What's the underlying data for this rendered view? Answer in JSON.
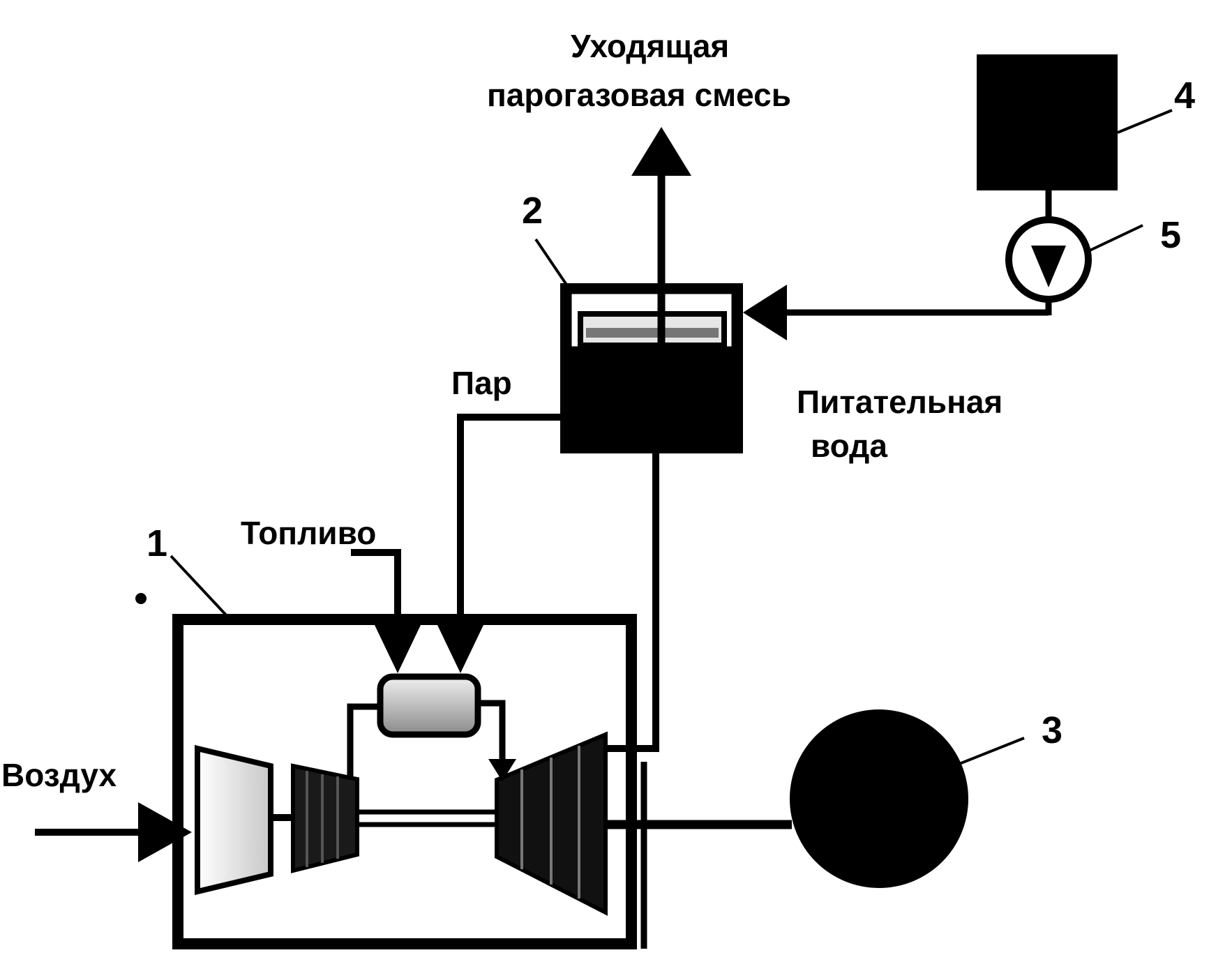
{
  "labels": {
    "exhaust_line1": "Уходящая",
    "exhaust_line2": "парогазовая смесь",
    "steam": "Пар",
    "feed_water_line1": "Питательная",
    "feed_water_line2": "вода",
    "fuel": "Топливо",
    "air": "Воздух"
  },
  "numbers": {
    "n1": "1",
    "n2": "2",
    "n3": "3",
    "n4": "4",
    "n5": "5"
  },
  "colors": {
    "ink": "#000000",
    "paper": "#ffffff"
  }
}
